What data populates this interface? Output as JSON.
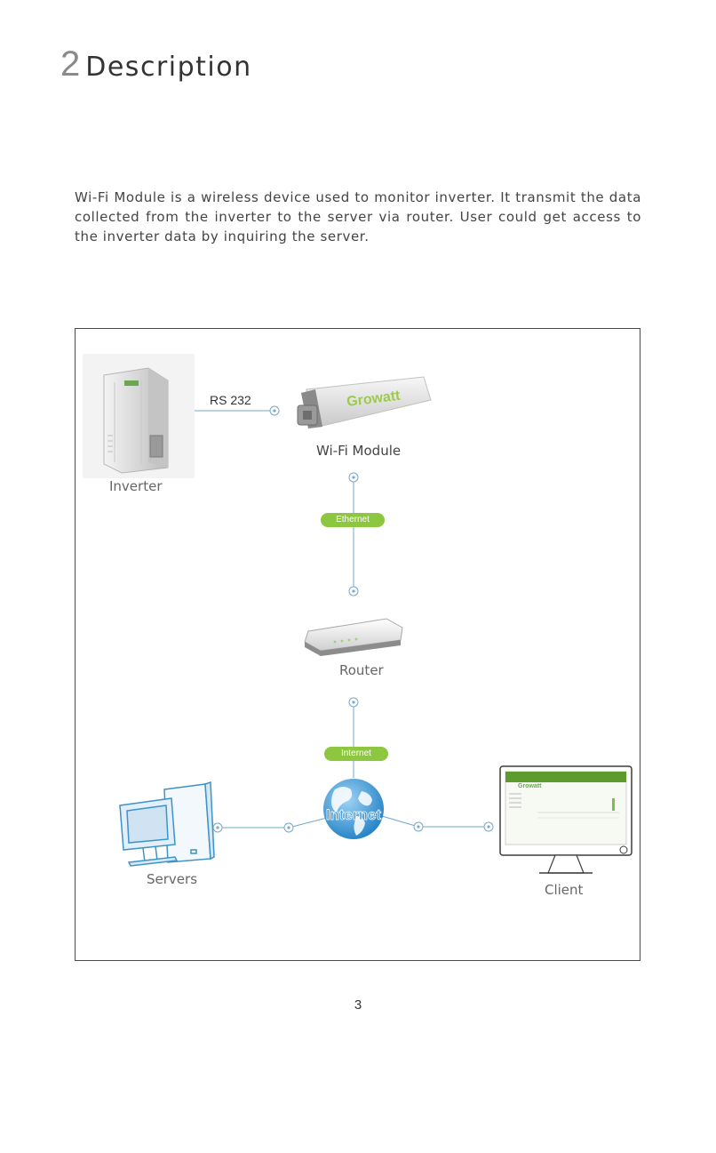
{
  "section": {
    "number": "2",
    "title": "Description"
  },
  "intro": "Wi-Fi Module is a wireless device used to monitor inverter. It transmit the data collected from the inverter to the server via router. User could get access to the inverter data by inquiring the server.",
  "diagram": {
    "inverter_label": "Inverter",
    "rs232_label": "RS 232",
    "wifi_label": "Wi-Fi Module",
    "module_brand": "Growatt",
    "ethernet_label": "Ethernet",
    "router_label": "Router",
    "internet_pill": "Internet",
    "internet_globe_text": "Internet",
    "servers_label": "Servers",
    "client_label": "Client",
    "client_brand": "Growatt"
  },
  "page_number": "3"
}
